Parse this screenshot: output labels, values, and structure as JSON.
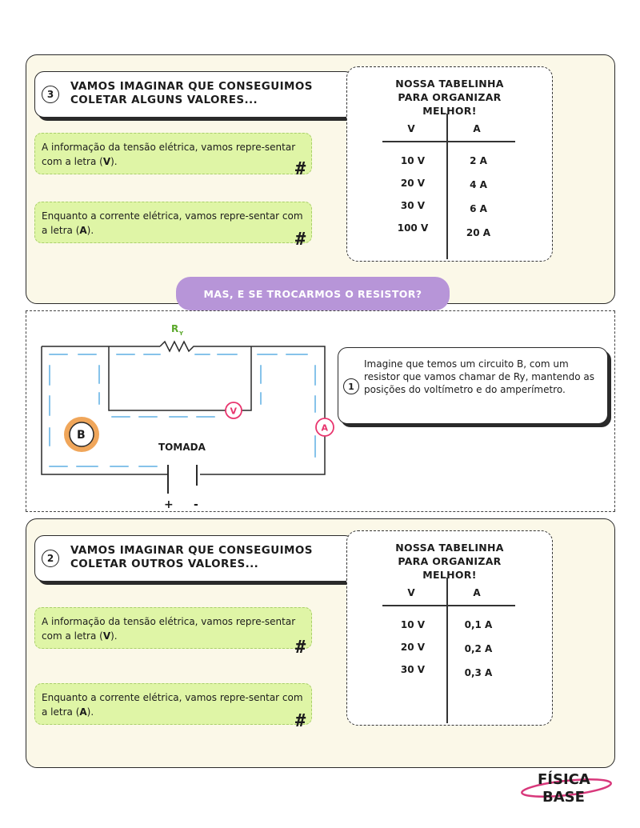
{
  "section1": {
    "number": "3",
    "title": "VAMOS IMAGINAR QUE CONSEGUIMOS COLETAR ALGUNS VALORES...",
    "note_v_text": "A informação da tensão elétrica, vamos repre-sentar com a letra (",
    "note_v_letter": "V",
    "note_v_close": ").",
    "note_a_text": "Enquanto a corrente elétrica, vamos repre-sentar com a letra (",
    "note_a_letter": "A",
    "note_a_close": ").",
    "table_title": "NOSSA TABELINHA PARA ORGANIZAR MELHOR!",
    "headers": [
      "V",
      "A"
    ],
    "rows": [
      [
        "10 V",
        "2 A"
      ],
      [
        "20 V",
        "4 A"
      ],
      [
        "30 V",
        "6 A"
      ],
      [
        "100 V",
        "20 A"
      ]
    ]
  },
  "banner": "MAS, E SE TROCARMOS O RESISTOR?",
  "circuit": {
    "resistor_label": "R",
    "resistor_sub": "Y",
    "voltmeter": "V",
    "ammeter": "A",
    "circuit_label": "B",
    "outlet_label": "TOMADA",
    "plus": "+",
    "minus": "-",
    "note_number": "1",
    "description": "Imagine que temos um circuito B, com um resistor que vamos chamar de Ry, mantendo as posições do voltímetro e do amperímetro."
  },
  "section2": {
    "number": "2",
    "title": "VAMOS IMAGINAR QUE CONSEGUIMOS COLETAR OUTROS VALORES...",
    "note_v_text": "A informação da tensão elétrica, vamos repre-sentar com a letra (",
    "note_v_letter": "V",
    "note_v_close": ").",
    "note_a_text": "Enquanto a corrente elétrica, vamos repre-sentar com a letra (",
    "note_a_letter": "A",
    "note_a_close": ").",
    "table_title": "NOSSA TABELINHA PARA ORGANIZAR MELHOR!",
    "headers": [
      "V",
      "A"
    ],
    "rows": [
      [
        "10 V",
        "0,1 A"
      ],
      [
        "20 V",
        "0,2 A"
      ],
      [
        "30 V",
        "0,3 A"
      ]
    ]
  },
  "logo": {
    "top": "FÍSICA",
    "bottom": "BASE"
  },
  "colors": {
    "panel_bg": "#fbf8e8",
    "note_bg": "#dff5a6",
    "banner_bg": "#b795d8",
    "meter_pink": "#e8356e",
    "circuit_b": "#f0a65a",
    "wire_blue": "#86c3ea"
  },
  "icons": [
    "hash-icon",
    "resistor-icon",
    "voltmeter-icon",
    "ammeter-icon",
    "outlet-icon",
    "logo-mark"
  ]
}
